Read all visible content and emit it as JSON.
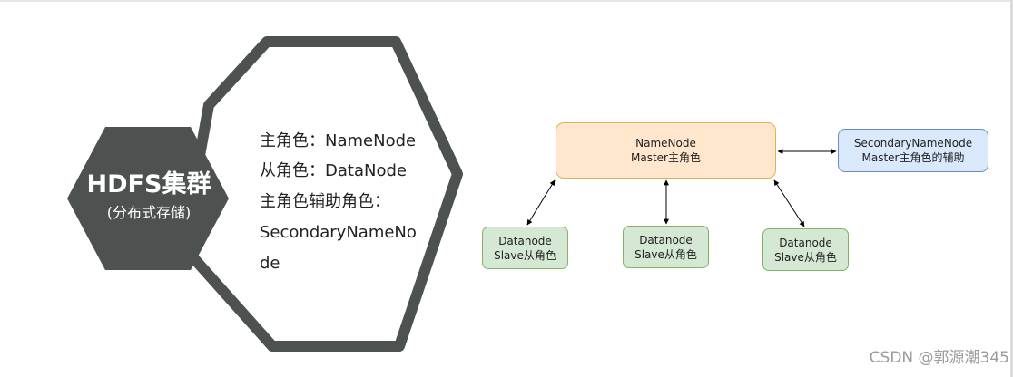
{
  "hdfs": {
    "title": "HDFS集群",
    "subtitle": "(分布式存储)"
  },
  "roles": [
    "主角色：NameNode",
    "从角色：DataNode",
    "主角色辅助角色：",
    "SecondaryNameNo",
    "de"
  ],
  "diagram": {
    "namenode": {
      "line1": "NameNode",
      "line2": "Master主角色"
    },
    "secondary": {
      "line1": "SecondaryNameNode",
      "line2": "Master主角色的辅助"
    },
    "datanodes": [
      {
        "line1": "Datanode",
        "line2": "Slave从角色"
      },
      {
        "line1": "Datanode",
        "line2": "Slave从角色"
      },
      {
        "line1": "Datanode",
        "line2": "Slave从角色"
      }
    ]
  },
  "watermark": "CSDN @郭源潮345",
  "colors": {
    "hexagon_dark": "#4d5251",
    "hexagon_outline": "#4d5251",
    "namenode_fill": "#ffe6cc",
    "namenode_border": "#d6b656",
    "secondary_fill": "#dae8fc",
    "secondary_border": "#6c8ebf",
    "datanode_fill": "#d5e8d4",
    "datanode_border": "#82b366"
  }
}
